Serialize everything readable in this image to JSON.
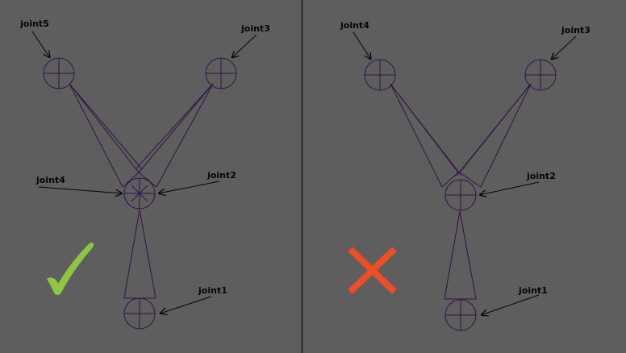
{
  "left_panel": {
    "labels": {
      "joint5": "joint5",
      "joint3": "joint3",
      "joint4": "joint4",
      "joint2": "joint2",
      "joint1": "joint1"
    },
    "verdict_icon": "checkmark-icon"
  },
  "right_panel": {
    "labels": {
      "joint4": "joint4",
      "joint3": "joint3",
      "joint2": "joint2",
      "joint1": "joint1"
    },
    "verdict_icon": "cross-icon"
  },
  "colors": {
    "background": "#5e5e5e",
    "bone": "#33104a",
    "divider": "#1b1b1b",
    "label": "#050505",
    "check": "#8ec63f",
    "cross": "#f04e23"
  }
}
